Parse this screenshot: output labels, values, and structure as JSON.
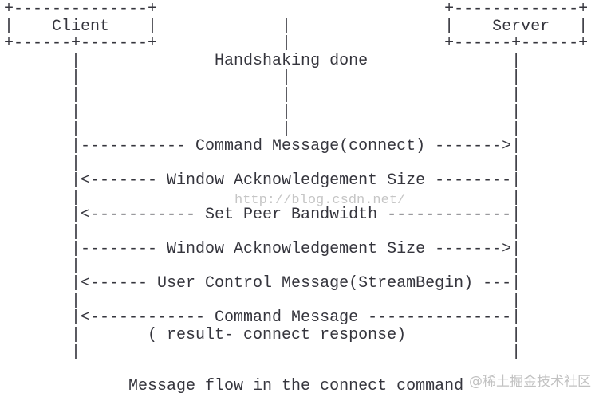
{
  "diagram": {
    "type": "ascii-sequence-diagram",
    "participants": [
      "Client",
      "Server"
    ],
    "handshake_note": "Handshaking done",
    "caption": "Message flow in the connect command",
    "messages": [
      {
        "from": "Client",
        "to": "Server",
        "label": "Command Message(connect)"
      },
      {
        "from": "Server",
        "to": "Client",
        "label": "Window Acknowledgement Size"
      },
      {
        "from": "Server",
        "to": "Client",
        "label": "Set Peer Bandwidth"
      },
      {
        "from": "Client",
        "to": "Server",
        "label": "Window Acknowledgement Size"
      },
      {
        "from": "Server",
        "to": "Client",
        "label": "User Control Message(StreamBegin)"
      },
      {
        "from": "Server",
        "to": "Client",
        "label": "Command Message (_result- connect response)"
      }
    ],
    "ascii_rows": [
      "+--------------+                              +-------------+",
      "|    Client    |             |                |    Server   |",
      "+------+-------+             |                +------+------+",
      "       |              Handshaking done               |",
      "       |                     |                       |",
      "       |                     |                       |",
      "       |                     |                       |",
      "       |                     |                       |",
      "       |----------- Command Message(connect) ------->|",
      "       |                                             |",
      "       |<------- Window Acknowledgement Size --------|",
      "       |                                             |",
      "       |<----------- Set Peer Bandwidth -------------|",
      "       |                                             |",
      "       |-------- Window Acknowledgement Size ------->|",
      "       |                                             |",
      "       |<------ User Control Message(StreamBegin) ---|",
      "       |                                             |",
      "       |<------------ Command Message ---------------|",
      "       |       (_result- connect response)           |",
      "       |                                             |",
      "",
      "             Message flow in the connect command"
    ]
  },
  "watermarks": {
    "csdn_url": "http://blog.csdn.net/",
    "juejin_badge": "@稀土掘金技术社区"
  },
  "colors": {
    "ink": "#35353d",
    "watermark": "#c6c6c6",
    "background": "#ffffff"
  }
}
